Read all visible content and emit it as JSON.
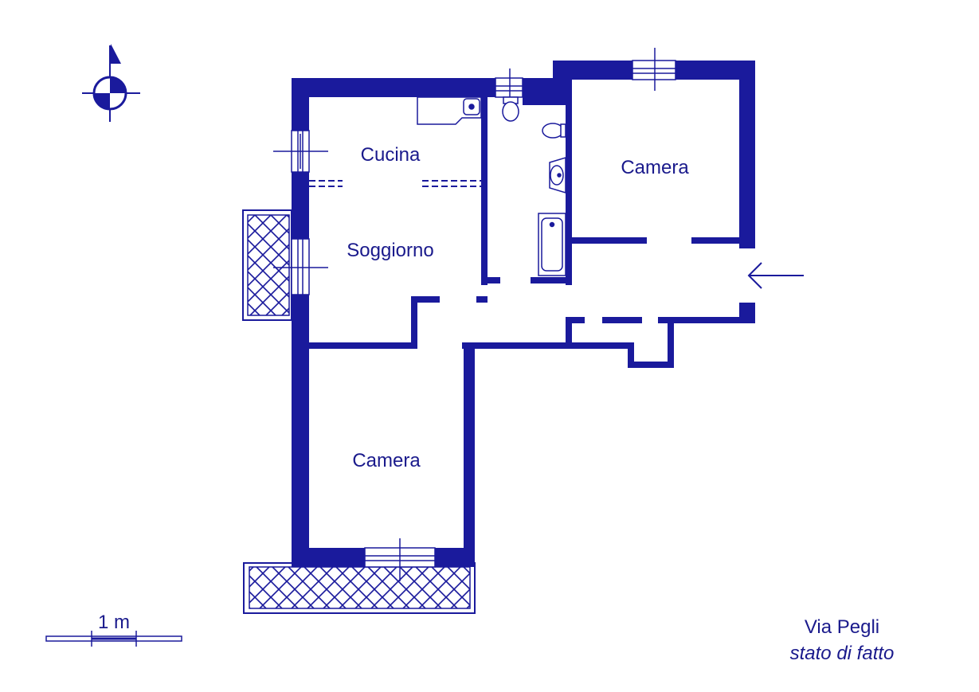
{
  "colors": {
    "wall": "#1a1a9c",
    "text": "#1a1a8c",
    "fixture": "#1a1a9c",
    "background": "#ffffff"
  },
  "rooms": {
    "kitchen": "Cucina",
    "living": "Soggiorno",
    "bedroom_top": "Camera",
    "bedroom_bottom": "Camera"
  },
  "scale_bar": {
    "label": "1 m"
  },
  "caption": {
    "street": "Via Pegli",
    "status": "stato di fatto"
  },
  "icons": {
    "north": "north-arrow-icon",
    "entrance": "entrance-arrow-icon"
  }
}
